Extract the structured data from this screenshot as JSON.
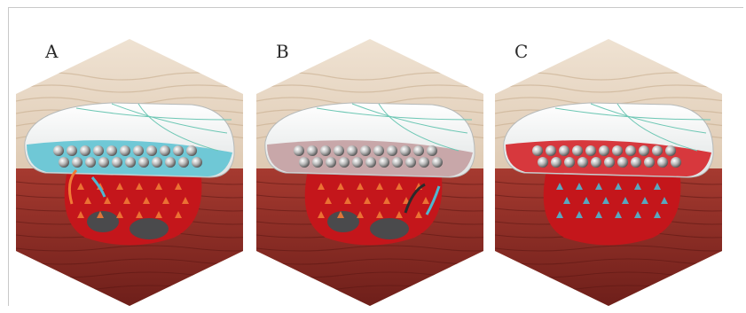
{
  "panels": [
    {
      "label": "A",
      "pad_tint": "#6fc8d6",
      "pad_rim": "#ffffff"
    },
    {
      "label": "B",
      "pad_tint": "#c8a7a9",
      "pad_rim": "#ffffff"
    },
    {
      "label": "C",
      "pad_tint": "#d7383d",
      "pad_rim": "#ffffff"
    }
  ],
  "colors": {
    "skin": "#dcc6ad",
    "tissue": "#8c2a22",
    "wound": "#c4161b",
    "necrotic": "#4a4a4c",
    "orange_marker": "#f07a36",
    "blue_marker": "#4fb7d0"
  }
}
